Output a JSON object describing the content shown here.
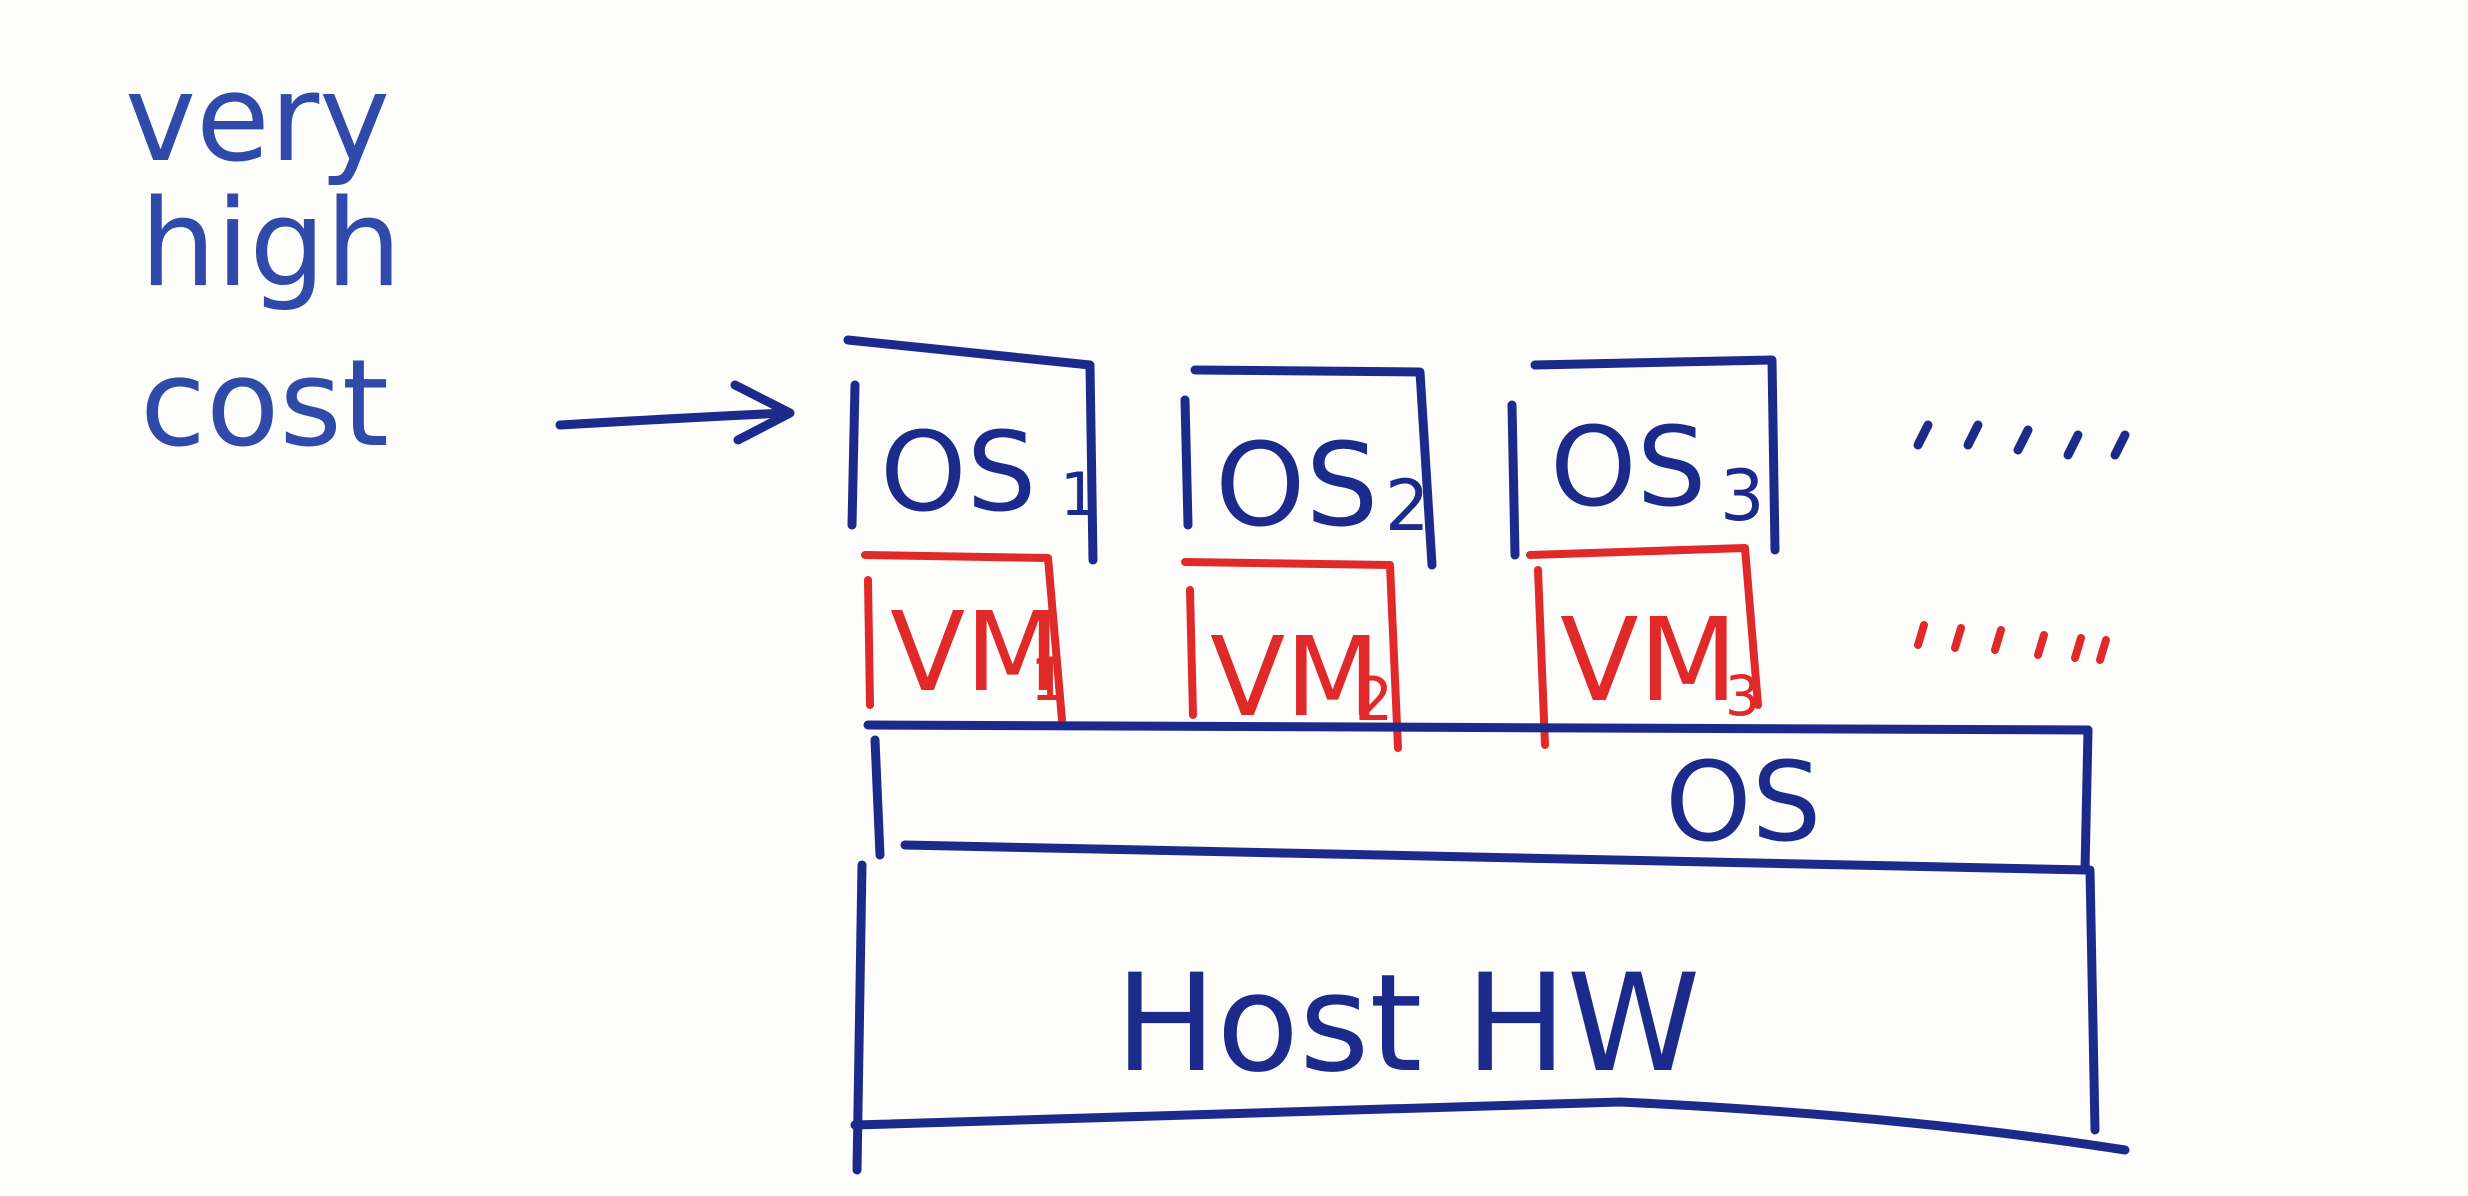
{
  "note": {
    "lines": [
      "very",
      "high",
      "cost"
    ]
  },
  "guest_os": [
    {
      "label": "OS",
      "sub": "1"
    },
    {
      "label": "OS",
      "sub": "2"
    },
    {
      "label": "OS",
      "sub": "3"
    }
  ],
  "vms": [
    {
      "label": "VM",
      "sub": "1"
    },
    {
      "label": "VM",
      "sub": "2"
    },
    {
      "label": "VM",
      "sub": "3"
    }
  ],
  "host_os": {
    "label": "OS"
  },
  "host_hw": {
    "label": "Host HW"
  },
  "colors": {
    "ink_blue": "#1c2a8c",
    "ink_red": "#e02a2a",
    "note_blue": "#2f4aa8"
  }
}
